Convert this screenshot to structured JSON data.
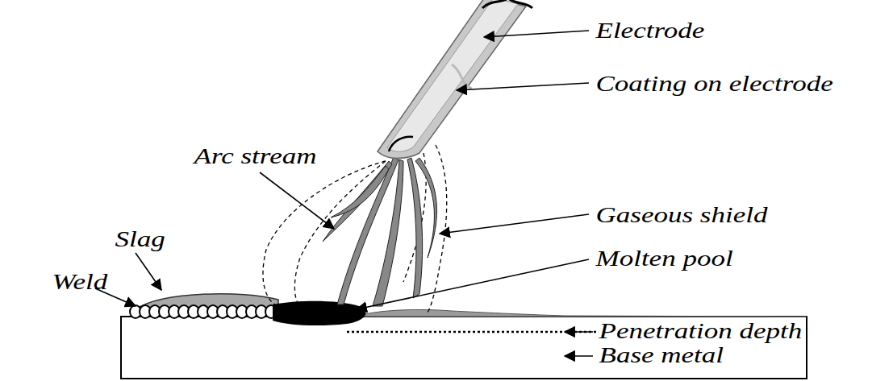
{
  "diagram": {
    "labels": [
      "Electrode",
      "Coating on electrode",
      "Arc stream",
      "Gaseous shield",
      "Slag",
      "Molten pool",
      "Weld",
      "Penetration depth",
      "Base metal"
    ]
  }
}
